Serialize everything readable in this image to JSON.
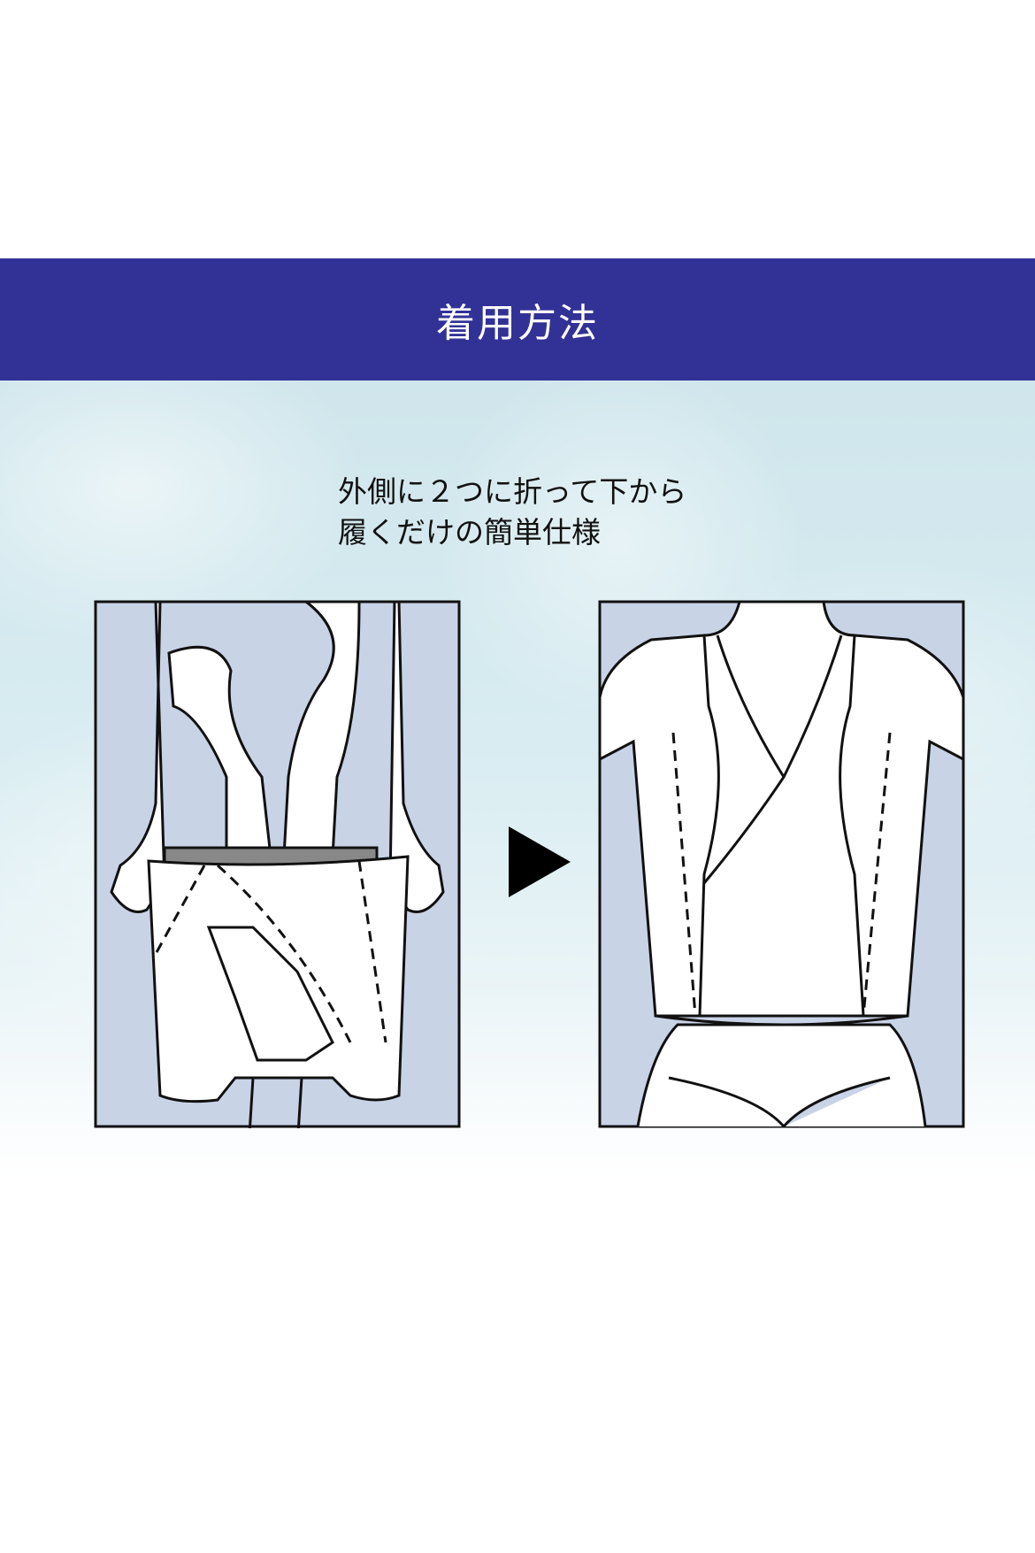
{
  "header": {
    "title": "着用方法",
    "color": "#323296"
  },
  "description": {
    "line1": "外側に２つに折って下から",
    "line2": "履くだけの簡単仕様"
  },
  "steps": [
    {
      "illustration": "step-1-folding-and-stepping-in"
    },
    {
      "illustration": "step-2-worn-back-view"
    }
  ],
  "arrow": {
    "icon": "right-triangle-arrow"
  }
}
